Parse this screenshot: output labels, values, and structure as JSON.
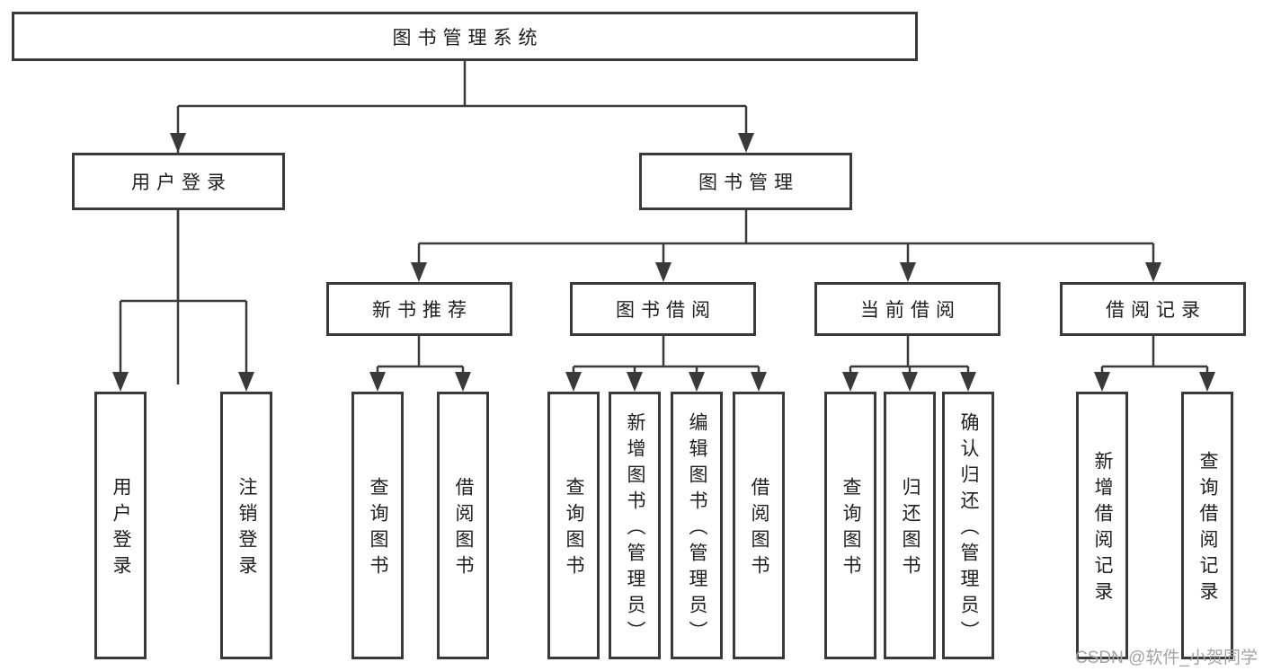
{
  "diagram": {
    "root_label": "图书管理系统",
    "branches": [
      {
        "label": "用户登录",
        "children": [
          {
            "label": "用户登录"
          },
          {
            "label": "注销登录"
          }
        ]
      },
      {
        "label": "图书管理",
        "sections": [
          {
            "label": "新书推荐",
            "children": [
              {
                "label": "查询图书"
              },
              {
                "label": "借阅图书"
              }
            ]
          },
          {
            "label": "图书借阅",
            "children": [
              {
                "label": "查询图书"
              },
              {
                "label": "新增图书（管理员）"
              },
              {
                "label": "编辑图书（管理员）"
              },
              {
                "label": "借阅图书"
              }
            ]
          },
          {
            "label": "当前借阅",
            "children": [
              {
                "label": "查询图书"
              },
              {
                "label": "归还图书"
              },
              {
                "label": "确认归还（管理员）"
              }
            ]
          },
          {
            "label": "借阅记录",
            "children": [
              {
                "label": "新增借阅记录"
              },
              {
                "label": "查询借阅记录"
              }
            ]
          }
        ]
      }
    ]
  },
  "watermark": "CSDN @软件_小贺同学",
  "colors": {
    "line": "#3a3a3a",
    "text": "#1f1f1f",
    "watermark": "#a3a3a3",
    "background": "#ffffff"
  }
}
